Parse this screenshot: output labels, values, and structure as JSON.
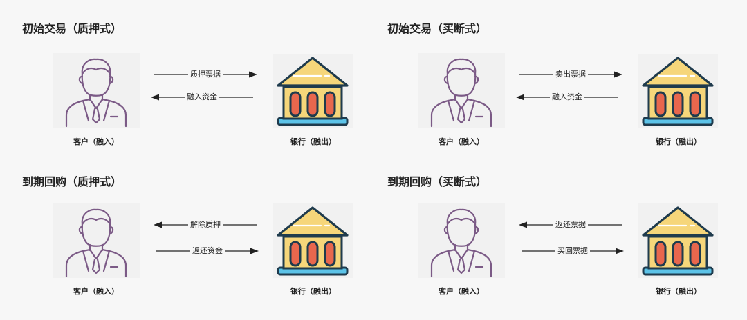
{
  "panels": [
    {
      "title": "初始交易（质押式）",
      "client_label": "客户（融入）",
      "bank_label": "银行（融出）",
      "arrows": [
        {
          "label": "质押票据",
          "direction": "right"
        },
        {
          "label": "融入资金",
          "direction": "left"
        }
      ]
    },
    {
      "title": "初始交易（买断式）",
      "client_label": "客户（融入）",
      "bank_label": "银行（融出）",
      "arrows": [
        {
          "label": "卖出票据",
          "direction": "right"
        },
        {
          "label": "融入资金",
          "direction": "left"
        }
      ]
    },
    {
      "title": "到期回购（质押式）",
      "client_label": "客户（融入）",
      "bank_label": "银行（融出）",
      "arrows": [
        {
          "label": "解除质押",
          "direction": "left"
        },
        {
          "label": "返还资金",
          "direction": "right"
        }
      ]
    },
    {
      "title": "到期回购（买断式）",
      "client_label": "客户（融入）",
      "bank_label": "银行（融出）",
      "arrows": [
        {
          "label": "返还票据",
          "direction": "left"
        },
        {
          "label": "买回票据",
          "direction": "right"
        }
      ]
    }
  ],
  "icons": {
    "person": "person-icon",
    "bank": "bank-icon"
  },
  "colors": {
    "person_outline": "#7b5a86",
    "bank_roof": "#f6d67a",
    "bank_outline": "#1f3b4d",
    "bank_column": "#e8674d",
    "bank_base": "#5cc3e8"
  }
}
